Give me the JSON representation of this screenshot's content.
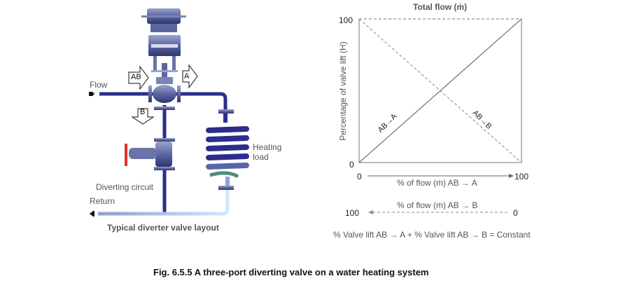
{
  "diagram": {
    "labels": {
      "flow": "Flow",
      "return": "Return",
      "diverting_circuit": "Diverting circuit",
      "heating_load_1": "Heating",
      "heating_load_2": "load",
      "port_ab": "AB",
      "port_a": "A",
      "port_b": "B",
      "caption": "Typical diverter valve layout"
    },
    "colors": {
      "pipe": "#2b2e8c",
      "return_pipe": "#9fb3dd",
      "handwheel": "#e0302a",
      "valve_body": "#6a74a8"
    }
  },
  "chart_data": {
    "type": "line",
    "title": "Total flow (ṁ)",
    "ylabel": "Percentage of valve lift (H)",
    "ylim": [
      0,
      100
    ],
    "xlim": [
      0,
      100
    ],
    "y_ticks": [
      "0",
      "100"
    ],
    "x_axis_primary": {
      "label": "% of flow (ṁ) AB → A",
      "start": "0",
      "end": "100"
    },
    "x_axis_secondary": {
      "label": "% of flow (ṁ) AB → B",
      "start": "100",
      "end": "0"
    },
    "series": [
      {
        "name": "AB→A",
        "style": "solid",
        "x": [
          0,
          100
        ],
        "y": [
          0,
          100
        ]
      },
      {
        "name": "AB→B",
        "style": "dashed",
        "x": [
          0,
          100
        ],
        "y": [
          100,
          0
        ]
      }
    ],
    "equation": "% Valve lift AB → A + % Valve lift AB → B = Constant"
  },
  "figure_caption": "Fig. 6.5.5 A three-port diverting valve on a water heating system"
}
